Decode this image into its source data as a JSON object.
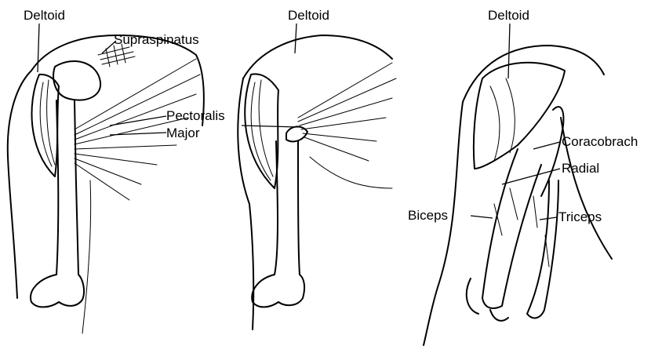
{
  "figure": {
    "panel_1": {
      "labels": {
        "deltoid": "Deltoid",
        "supraspinatus": "Supraspinatus",
        "pectoralis": "Pectoralis",
        "major": "Major"
      }
    },
    "panel_2": {
      "labels": {
        "deltoid": "Deltoid"
      }
    },
    "panel_3": {
      "labels": {
        "deltoid": "Deltoid",
        "coracobrach": "Coracobrach",
        "radial": "Radial",
        "biceps": "Biceps",
        "triceps": "Triceps"
      }
    }
  }
}
